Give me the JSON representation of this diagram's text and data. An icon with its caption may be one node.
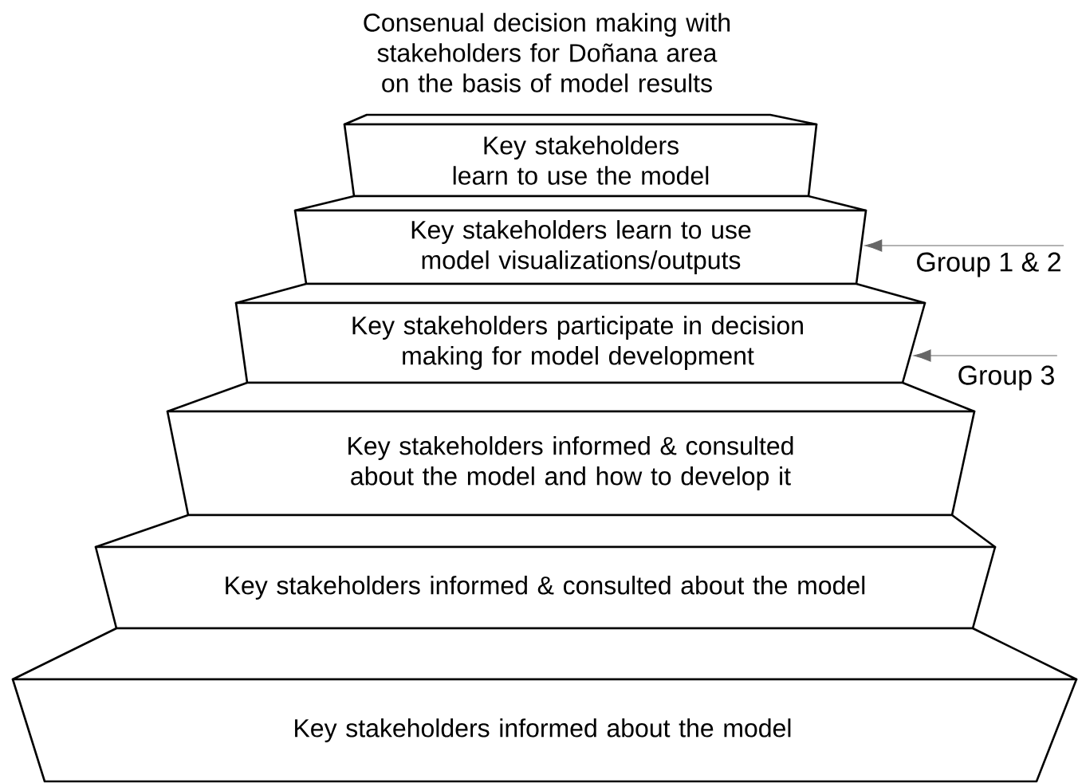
{
  "diagram": {
    "nodes": [
      {
        "text": [
          "Key stakeholders learn to use the model"
        ]
      },
      {
        "text": [
          "Key stakeholders learn to use model visualizations/outputs"
        ]
      },
      {
        "text": [
          "Key stakeholders participate in decision making for model development"
        ]
      },
      {
        "text": [
          "Key stakeholders informed & consulted about the model and how to develop it"
        ]
      },
      {
        "text": [
          "Key stakeholders informed & consulted about the model"
        ]
      },
      {
        "text": [
          "Key stakeholders informed about the model"
        ]
      },
      {
        "text": [
          "Group 1 & 2"
        ]
      },
      {
        "text": [
          "Group 3"
        ]
      }
    ],
    "edges": [
      {
        "from": 6,
        "to": 1,
        "arrow": "to"
      },
      {
        "from": 7,
        "to": 2,
        "arrow": "to"
      }
    ],
    "labels": [
      "Consenual decision making with stakeholders for Doñana area on the basis of model results"
    ]
  }
}
